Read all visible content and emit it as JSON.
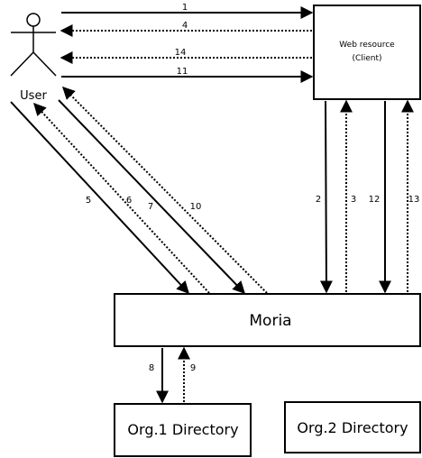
{
  "actor": {
    "label": "User"
  },
  "boxes": {
    "web_resource": {
      "line1": "Web resource",
      "line2": "(Client)"
    },
    "moria": {
      "label": "Moria"
    },
    "org1": {
      "label": "Org.1 Directory"
    },
    "org2": {
      "label": "Org.2 Directory"
    }
  },
  "flows": {
    "f1": "1",
    "f2": "2",
    "f3": "3",
    "f4": "4",
    "f5": "5",
    "f6": "6",
    "f7": "7",
    "f8": "8",
    "f9": "9",
    "f10": "10",
    "f11": "11",
    "f12": "12",
    "f13": "13",
    "f14": "14"
  }
}
